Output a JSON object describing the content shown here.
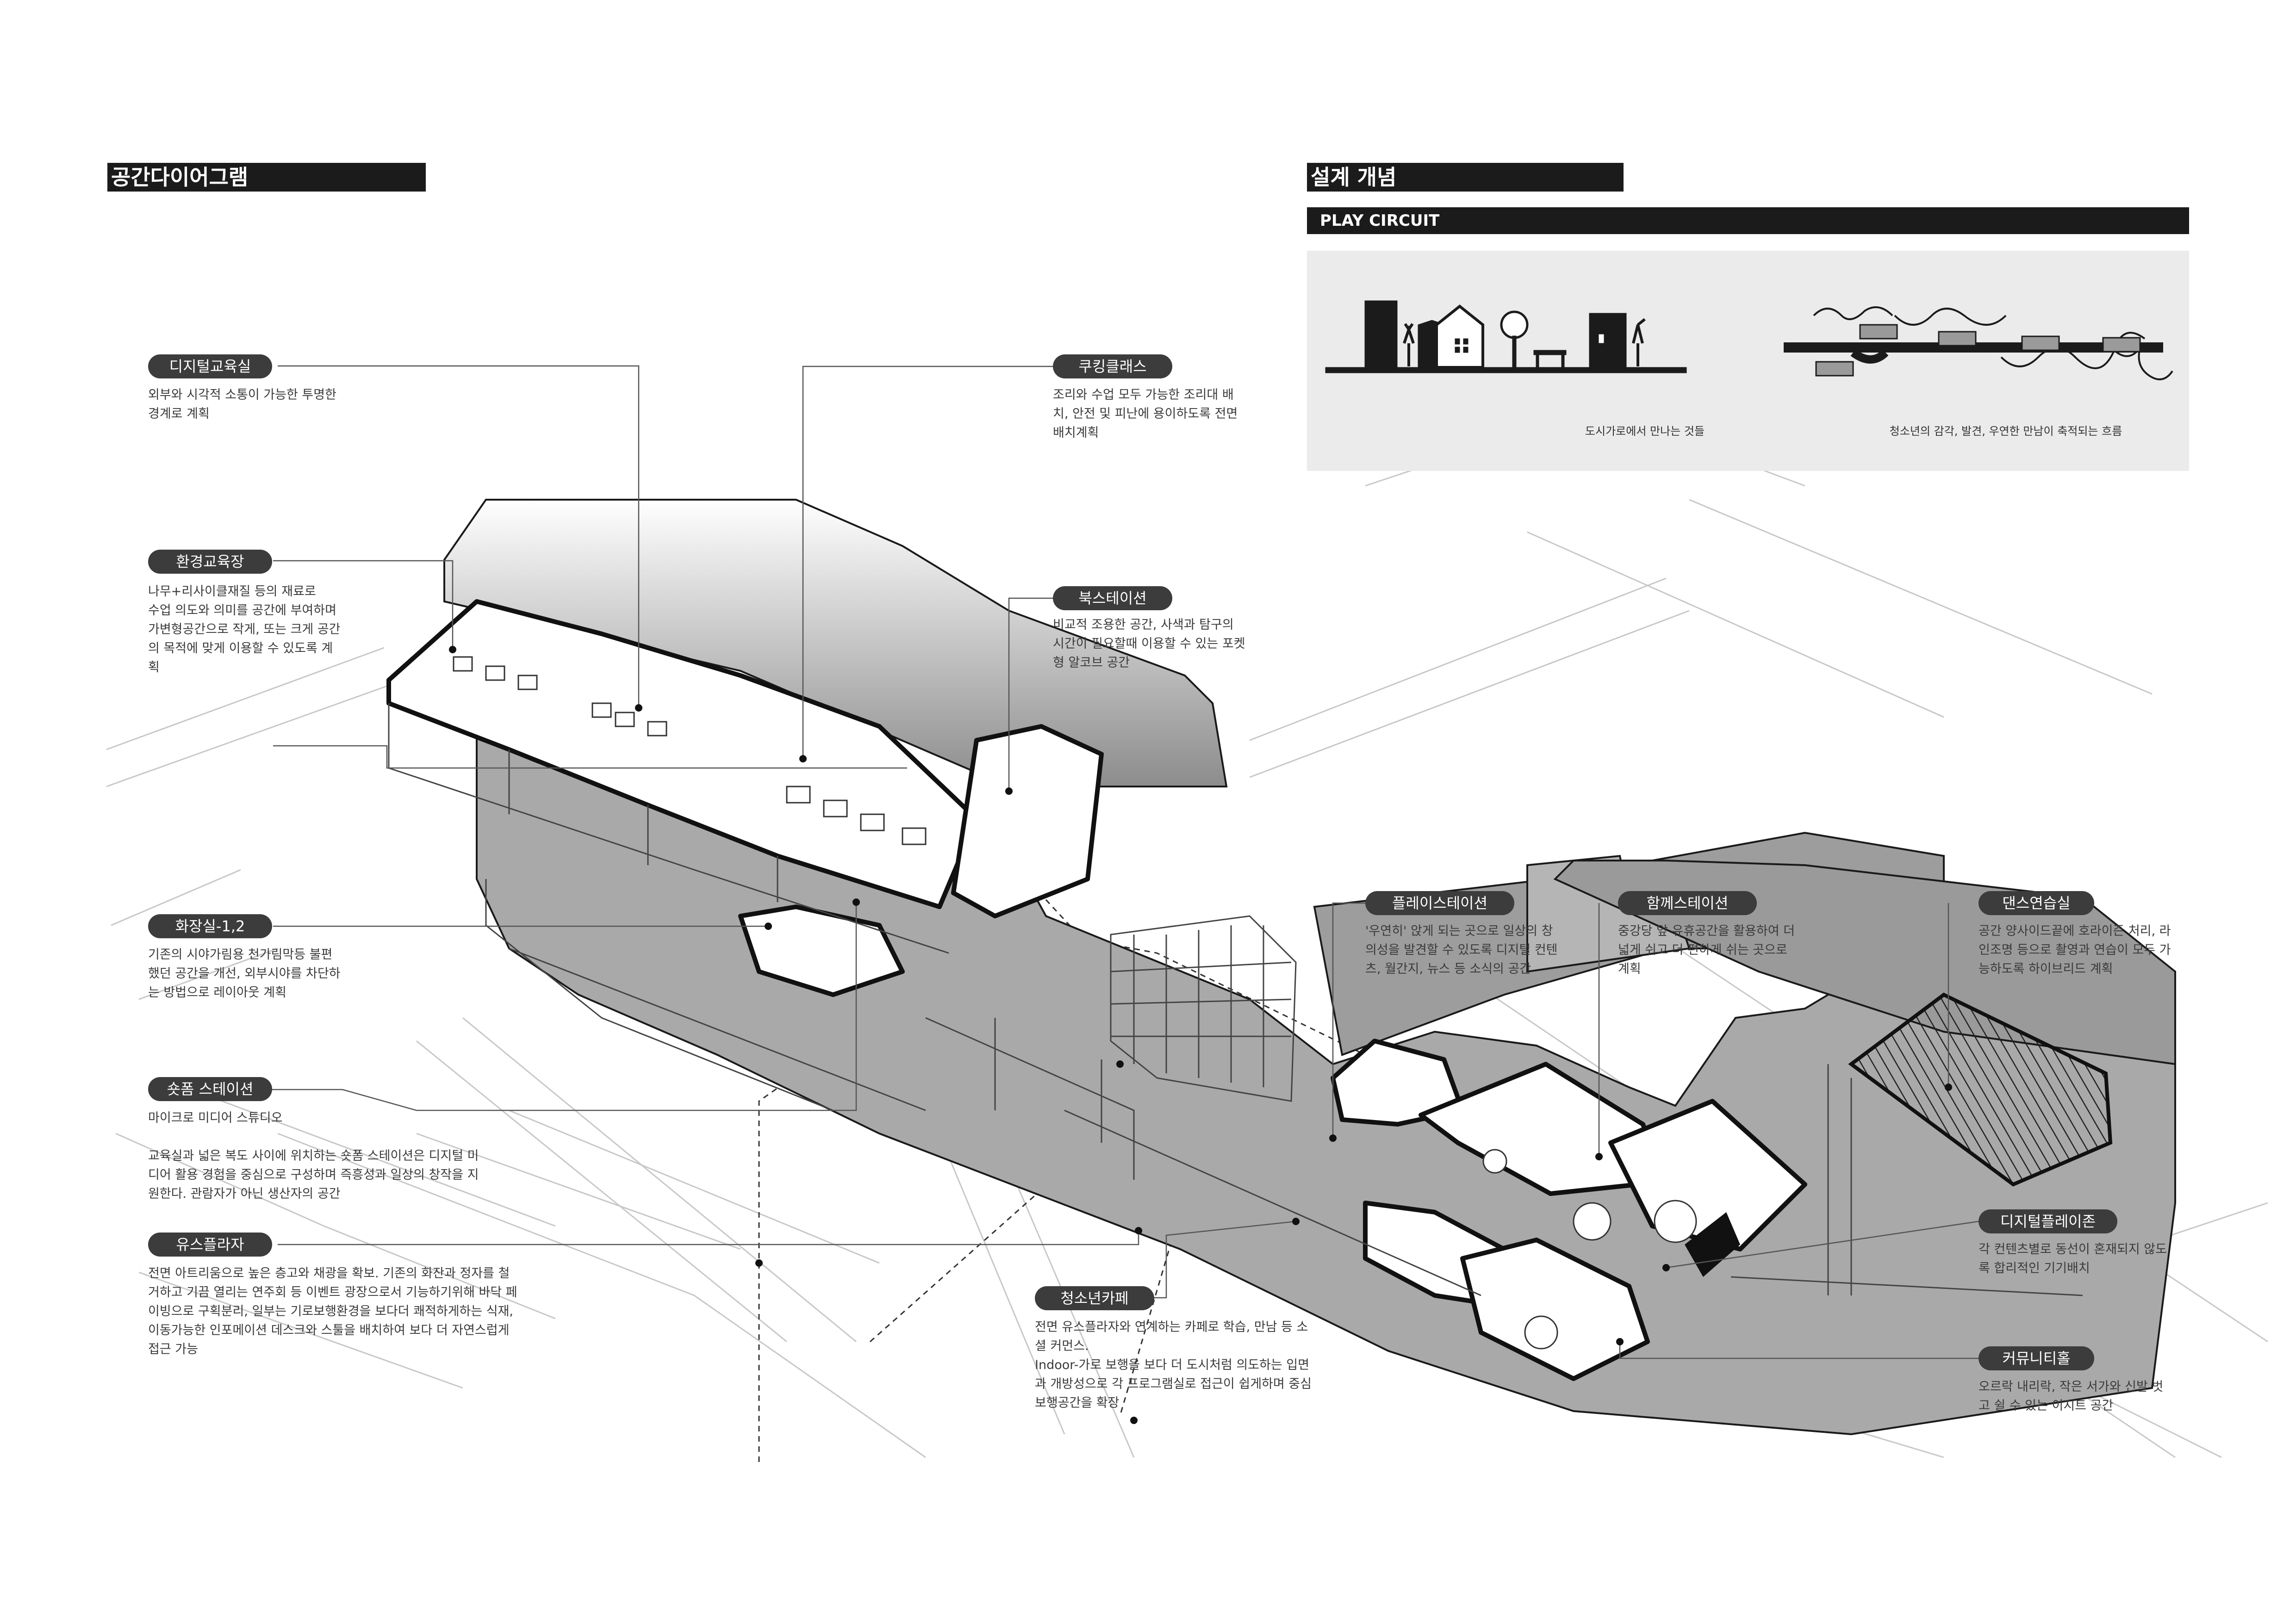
{
  "left_header": "공간다이어그램",
  "right_header": "설계 개념",
  "concept": {
    "subheader": "PLAY CIRCUIT",
    "caption_left": "도시가로에서 만나는 것들",
    "caption_right": "청소년의 감각, 발견, 우연한 만남이 축적되는 흐름"
  },
  "labels": [
    {
      "title": "디지털교육실",
      "desc": "외부와 시각적 소통이 가능한 투명한\n경계로 계획"
    },
    {
      "title": "환경교육장",
      "desc": "나무+리사이클재질 등의 재료로\n수업 의도와 의미를 공간에 부여하며\n가변형공간으로 작게, 또는 크게 공간\n의 목적에 맞게 이용할 수 있도록 계\n획"
    },
    {
      "title": "화장실-1,2",
      "desc": "기존의 시야가림용 천가림막등 불편\n했던 공간을 개선, 외부시야를 차단하\n는 방법으로 레이아웃 계획"
    },
    {
      "title": "숏폼 스테이션",
      "desc": "마이크로 미디어 스튜디오\n\n교육실과 넓은 복도 사이에 위치하는 숏폼 스테이션은 디지털 미\n디어 활용 경험을 중심으로 구성하며 즉흥성과 일상의 창작을 지\n원한다. 관람자가 아닌 생산자의 공간"
    },
    {
      "title": "유스플라자",
      "desc": "전면 아트리움으로 높은 층고와 채광을 확보. 기존의 화잔과 정자를 철\n거하고 기끔 열리는 연주회 등 이벤트 광장으로서 기능하기위해 바닥 페\n이빙으로 구획분리, 일부는 기로보행환경을 보다더 쾌적하게하는 식재,\n이동가능한 인포메이션 데스크와 스툴을 배치하여 보다 더 자연스럽게\n접근 가능"
    },
    {
      "title": "쿠킹클래스",
      "desc": "조리와 수업 모두 가능한 조리대 배\n치, 안전 및 피난에 용이하도록 전면\n배치계획"
    },
    {
      "title": "북스테이션",
      "desc": "비교적 조용한 공간, 사색과 탐구의\n시간이 필요할때 이용할 수 있는 포켓\n형 알코브 공간"
    },
    {
      "title": "청소년카페",
      "desc": "전면 유스플라자와 연계하는 카페로 학습, 만남 등 소\n셜 커먼스.\nIndoor-가로 보행을 보다 더 도시처럼 의도하는 입면\n과 개방성으로 각 프로그램실로 접근이 쉽게하며 중심\n보행공간을 확장"
    },
    {
      "title": "플레이스테이션",
      "desc": "'우연히' 앉게 되는 곳으로 일상의 창\n의성을 발견할 수 있도록 디지털 컨텐\n츠, 월간지, 뉴스 등 소식의 공간"
    },
    {
      "title": "함께스테이션",
      "desc": "중강당  앞 유휴공간을  활용하여 더\n넓게 쉬고  더 편하게  쉬는 곳으로\n계획"
    },
    {
      "title": "댄스연습실",
      "desc": "공간 양사이드끝에 호라이즌 처리, 라\n인조명 등으로 촬영과 연습이 모두 가\n능하도록 하이브리드 계획"
    },
    {
      "title": "디지털플레이존",
      "desc": "각 컨텐츠별로 동선이 혼재되지 않도\n록 합리적인 기기배치"
    },
    {
      "title": "커뮤니티홀",
      "desc": "오르락 내리락,  작은 서가와 신발 벗\n고 쉴 수 있는 이지트 공간"
    }
  ]
}
